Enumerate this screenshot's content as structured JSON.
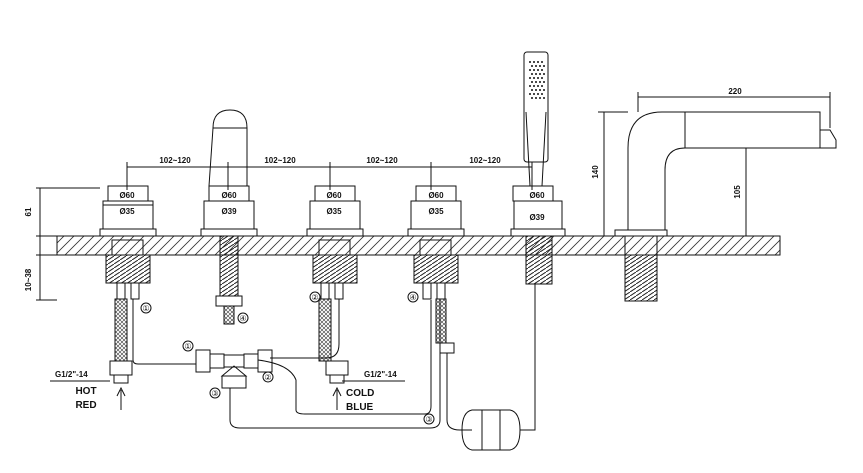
{
  "spacing": [
    "102~120",
    "102~120",
    "102~120",
    "102~120"
  ],
  "valves": [
    {
      "outer": "Ø60",
      "inner": "Ø35"
    },
    {
      "outer": "Ø60",
      "inner": "Ø39"
    },
    {
      "outer": "Ø60",
      "inner": "Ø35"
    },
    {
      "outer": "Ø60",
      "inner": "Ø35"
    },
    {
      "outer": "Ø60",
      "inner": "Ø39"
    }
  ],
  "dims": {
    "height_above_deck": "61",
    "deck_thickness": "10~38",
    "spout_reach": "220",
    "spout_height": "140",
    "spout_outlet_height": "105"
  },
  "hot": {
    "thread": "G1/2\"-14",
    "line1": "HOT",
    "line2": "RED"
  },
  "cold": {
    "thread": "G1/2\"-14",
    "line1": "COLD",
    "line2": "BLUE"
  },
  "markers": {
    "m1": "①",
    "m2": "②",
    "m3": "③",
    "m4": "④"
  }
}
